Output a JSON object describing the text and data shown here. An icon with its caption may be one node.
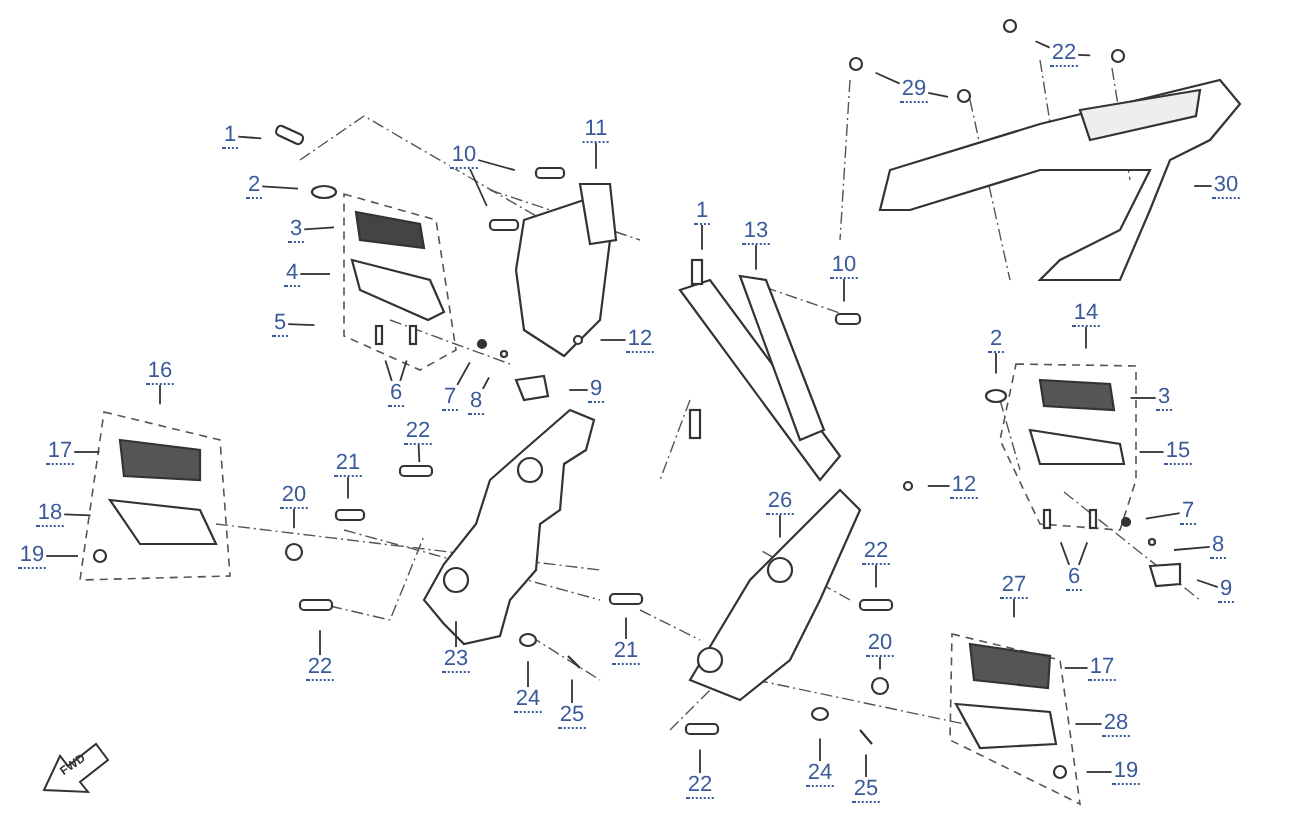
{
  "diagram": {
    "nodes": [
      {
        "text": [
          "1"
        ]
      },
      {
        "text": [
          "2"
        ]
      },
      {
        "text": [
          "3"
        ]
      },
      {
        "text": [
          "4"
        ]
      },
      {
        "text": [
          "5"
        ]
      },
      {
        "text": [
          "6"
        ]
      },
      {
        "text": [
          "7"
        ]
      },
      {
        "text": [
          "8"
        ]
      },
      {
        "text": [
          "9"
        ]
      },
      {
        "text": [
          "10"
        ]
      },
      {
        "text": [
          "11"
        ]
      },
      {
        "text": [
          "12"
        ]
      },
      {
        "text": [
          "16"
        ]
      },
      {
        "text": [
          "17"
        ]
      },
      {
        "text": [
          "18"
        ]
      },
      {
        "text": [
          "19"
        ]
      },
      {
        "text": [
          "20"
        ]
      },
      {
        "text": [
          "21"
        ]
      },
      {
        "text": [
          "22"
        ]
      },
      {
        "text": [
          "22"
        ]
      },
      {
        "text": [
          "23"
        ]
      },
      {
        "text": [
          "24"
        ]
      },
      {
        "text": [
          "25"
        ]
      },
      {
        "text": [
          "1"
        ]
      },
      {
        "text": [
          "13"
        ]
      },
      {
        "text": [
          "10"
        ]
      },
      {
        "text": [
          "12"
        ]
      },
      {
        "text": [
          "29"
        ]
      },
      {
        "text": [
          "22"
        ]
      },
      {
        "text": [
          "30"
        ]
      },
      {
        "text": [
          "2"
        ]
      },
      {
        "text": [
          "14"
        ]
      },
      {
        "text": [
          "3"
        ]
      },
      {
        "text": [
          "15"
        ]
      },
      {
        "text": [
          "7"
        ]
      },
      {
        "text": [
          "8"
        ]
      },
      {
        "text": [
          "9"
        ]
      },
      {
        "text": [
          "6"
        ]
      },
      {
        "text": [
          "26"
        ]
      },
      {
        "text": [
          "22"
        ]
      },
      {
        "text": [
          "21"
        ]
      },
      {
        "text": [
          "20"
        ]
      },
      {
        "text": [
          "27"
        ]
      },
      {
        "text": [
          "17"
        ]
      },
      {
        "text": [
          "28"
        ]
      },
      {
        "text": [
          "24"
        ]
      },
      {
        "text": [
          "25"
        ]
      },
      {
        "text": [
          "22"
        ]
      },
      {
        "text": [
          "19"
        ]
      }
    ],
    "edges": [
      {
        "from": 0,
        "to": null,
        "arrow": "none"
      },
      {
        "from": 1,
        "to": null,
        "arrow": "none"
      },
      {
        "from": 2,
        "to": null,
        "arrow": "none"
      },
      {
        "from": 3,
        "to": null,
        "arrow": "none"
      },
      {
        "from": 4,
        "to": null,
        "arrow": "none"
      },
      {
        "from": 5,
        "to": null,
        "arrow": "none"
      },
      {
        "from": 5,
        "to": null,
        "arrow": "none"
      },
      {
        "from": 6,
        "to": null,
        "arrow": "none"
      },
      {
        "from": 7,
        "to": null,
        "arrow": "none"
      },
      {
        "from": 8,
        "to": null,
        "arrow": "none"
      },
      {
        "from": 9,
        "to": null,
        "arrow": "none"
      },
      {
        "from": 9,
        "to": null,
        "arrow": "none"
      },
      {
        "from": 10,
        "to": null,
        "arrow": "none"
      },
      {
        "from": 11,
        "to": null,
        "arrow": "none"
      },
      {
        "from": 12,
        "to": null,
        "arrow": "none"
      },
      {
        "from": 13,
        "to": null,
        "arrow": "none"
      },
      {
        "from": 14,
        "to": null,
        "arrow": "none"
      },
      {
        "from": 15,
        "to": null,
        "arrow": "none"
      },
      {
        "from": 16,
        "to": null,
        "arrow": "none"
      },
      {
        "from": 17,
        "to": null,
        "arrow": "none"
      },
      {
        "from": 18,
        "to": null,
        "arrow": "none"
      },
      {
        "from": 19,
        "to": null,
        "arrow": "none"
      },
      {
        "from": 20,
        "to": null,
        "arrow": "none"
      },
      {
        "from": 21,
        "to": null,
        "arrow": "none"
      },
      {
        "from": 22,
        "to": null,
        "arrow": "none"
      },
      {
        "from": 23,
        "to": null,
        "arrow": "none"
      },
      {
        "from": 24,
        "to": null,
        "arrow": "none"
      },
      {
        "from": 25,
        "to": null,
        "arrow": "none"
      },
      {
        "from": 26,
        "to": null,
        "arrow": "none"
      },
      {
        "from": 27,
        "to": null,
        "arrow": "none"
      },
      {
        "from": 27,
        "to": null,
        "arrow": "none"
      },
      {
        "from": 28,
        "to": null,
        "arrow": "none"
      },
      {
        "from": 28,
        "to": null,
        "arrow": "none"
      },
      {
        "from": 29,
        "to": null,
        "arrow": "none"
      },
      {
        "from": 30,
        "to": null,
        "arrow": "none"
      },
      {
        "from": 31,
        "to": null,
        "arrow": "none"
      },
      {
        "from": 32,
        "to": null,
        "arrow": "none"
      },
      {
        "from": 33,
        "to": null,
        "arrow": "none"
      },
      {
        "from": 34,
        "to": null,
        "arrow": "none"
      },
      {
        "from": 35,
        "to": null,
        "arrow": "none"
      },
      {
        "from": 36,
        "to": null,
        "arrow": "none"
      },
      {
        "from": 37,
        "to": null,
        "arrow": "none"
      },
      {
        "from": 37,
        "to": null,
        "arrow": "none"
      },
      {
        "from": 38,
        "to": null,
        "arrow": "none"
      },
      {
        "from": 39,
        "to": null,
        "arrow": "none"
      },
      {
        "from": 40,
        "to": null,
        "arrow": "none"
      },
      {
        "from": 41,
        "to": null,
        "arrow": "none"
      },
      {
        "from": 42,
        "to": null,
        "arrow": "none"
      },
      {
        "from": 43,
        "to": null,
        "arrow": "none"
      },
      {
        "from": 44,
        "to": null,
        "arrow": "none"
      },
      {
        "from": 45,
        "to": null,
        "arrow": "none"
      },
      {
        "from": 46,
        "to": null,
        "arrow": "none"
      },
      {
        "from": 47,
        "to": null,
        "arrow": "none"
      },
      {
        "from": 48,
        "to": null,
        "arrow": "none"
      }
    ],
    "labels": [
      "FWD"
    ]
  }
}
